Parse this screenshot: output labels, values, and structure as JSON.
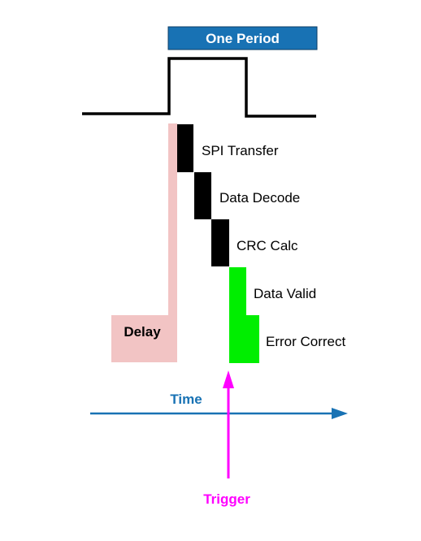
{
  "header": {
    "label": "One Period"
  },
  "stages": [
    {
      "label": "SPI Transfer",
      "color": "#000000"
    },
    {
      "label": "Data Decode",
      "color": "#000000"
    },
    {
      "label": "CRC Calc",
      "color": "#000000"
    },
    {
      "label": "Data Valid",
      "color": "#00ee00"
    },
    {
      "label": "Error Correct",
      "color": "#00ee00"
    }
  ],
  "delay": {
    "label": "Delay",
    "color": "#f2c4c4"
  },
  "time_axis": {
    "label": "Time",
    "color": "#1872b4"
  },
  "trigger": {
    "label": "Trigger",
    "color": "#ff00ff"
  },
  "colors": {
    "header_fill": "#1872b4",
    "header_border": "#0b3d66",
    "header_text": "#ffffff",
    "waveform": "#000000"
  }
}
